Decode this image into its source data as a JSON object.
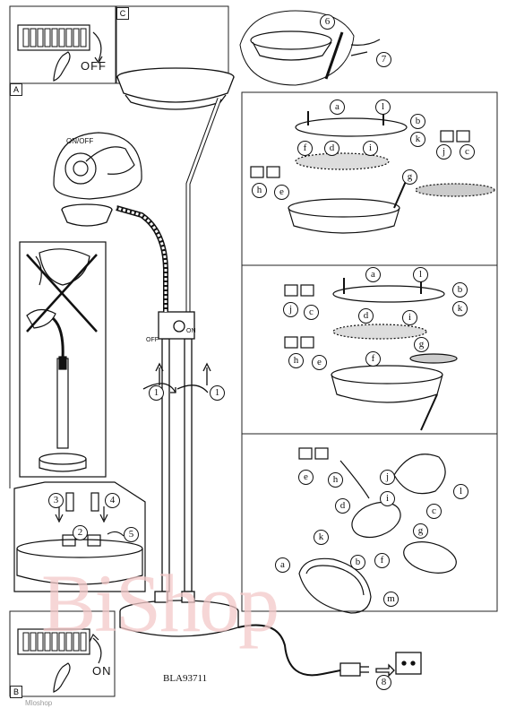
{
  "panel_tags": {
    "a": "A",
    "b": "B",
    "c": "C"
  },
  "switch_top": {
    "off": "OFF"
  },
  "switch_bottom": {
    "on": "ON"
  },
  "lamp_switch": {
    "on_off": "ON/OFF",
    "off": "OFF",
    "on": "ON"
  },
  "model_code": "BLA93711",
  "watermark": "BiShop",
  "footer_small": "Mloshop",
  "callouts": {
    "c1": "1",
    "c2": "2",
    "c3": "3",
    "c4": "4",
    "c5": "5",
    "c6": "6",
    "c7": "7",
    "c8": "8",
    "a": "a",
    "b": "b",
    "c": "c",
    "d": "d",
    "e": "e",
    "f": "f",
    "g": "g",
    "h": "h",
    "i": "i",
    "j": "j",
    "k": "k",
    "l": "l",
    "m": "m"
  }
}
